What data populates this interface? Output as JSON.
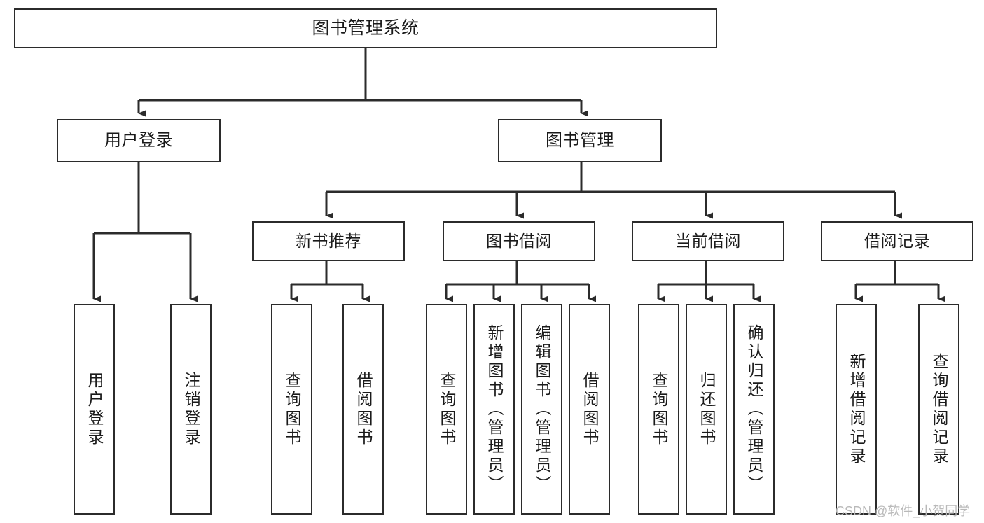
{
  "diagram": {
    "title": "图书管理系统",
    "type": "hierarchy-tree",
    "watermark": "CSDN @软件_小贺同学",
    "colors": {
      "box_border": "#2b2b2b",
      "box_fill": "#ffffff",
      "connector": "#2b2b2b",
      "text": "#1a1a1a",
      "watermark": "#b9b9b9"
    },
    "nodes": {
      "root": {
        "label": "图书管理系统",
        "level": 1
      },
      "l2": [
        {
          "id": "user-login",
          "label": "用户登录",
          "level": 2
        },
        {
          "id": "book-manage",
          "label": "图书管理",
          "level": 2
        }
      ],
      "l3": [
        {
          "id": "new-book-recommend",
          "label": "新书推荐",
          "level": 3
        },
        {
          "id": "book-borrow",
          "label": "图书借阅",
          "level": 3
        },
        {
          "id": "current-borrow",
          "label": "当前借阅",
          "level": 3
        },
        {
          "id": "borrow-record",
          "label": "借阅记录",
          "level": 3
        }
      ],
      "leaves": {
        "user-login": [
          {
            "id": "leaf-user-login",
            "label": "用户登录"
          },
          {
            "id": "leaf-user-logout",
            "label": "注销登录"
          }
        ],
        "new-book-recommend": [
          {
            "id": "leaf-query-book-1",
            "label": "查询图书"
          },
          {
            "id": "leaf-borrow-book-1",
            "label": "借阅图书"
          }
        ],
        "book-borrow": [
          {
            "id": "leaf-query-book-2",
            "label": "查询图书"
          },
          {
            "id": "leaf-add-book",
            "label": "新增图书（管理员）"
          },
          {
            "id": "leaf-edit-book",
            "label": "编辑图书（管理员）"
          },
          {
            "id": "leaf-borrow-book-2",
            "label": "借阅图书"
          }
        ],
        "current-borrow": [
          {
            "id": "leaf-query-book-3",
            "label": "查询图书"
          },
          {
            "id": "leaf-return-book",
            "label": "归还图书"
          },
          {
            "id": "leaf-confirm-return",
            "label": "确认归还（管理员）"
          }
        ],
        "borrow-record": [
          {
            "id": "leaf-add-record",
            "label": "新增借阅记录"
          },
          {
            "id": "leaf-query-record",
            "label": "查询借阅记录"
          }
        ]
      }
    }
  }
}
